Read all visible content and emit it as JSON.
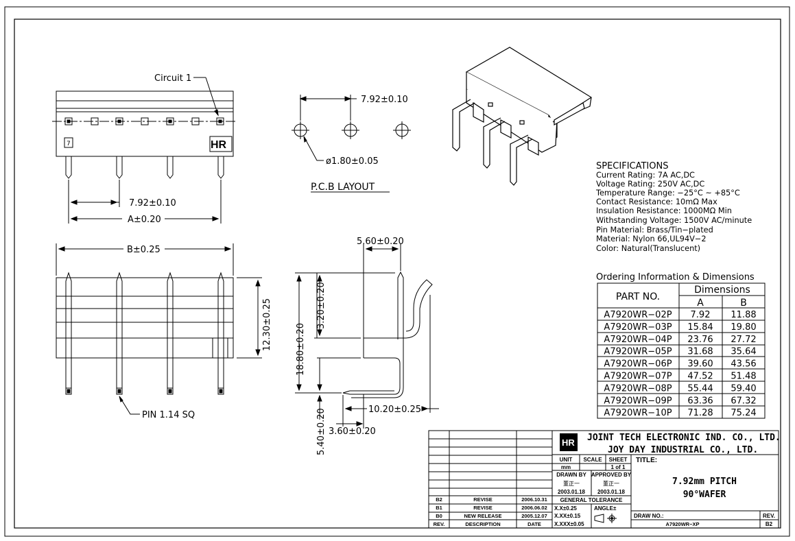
{
  "front_view": {
    "circuit_label": "Circuit 1",
    "logo_text": "HR",
    "polarity_mark": "7",
    "dim_pitch": "7.92±0.10",
    "dim_a": "A±0.20"
  },
  "pcb_layout": {
    "dim_pitch": "7.92±0.10",
    "dim_hole": "ø1.80±0.05",
    "title": "P.C.B LAYOUT"
  },
  "bottom_view": {
    "dim_b": "B±0.25",
    "dim_height": "12.30±0.25",
    "pin_label": "PIN 1.14 SQ"
  },
  "side_view": {
    "dim_top": "5.60±0.20",
    "dim_total_height": "18.80±0.20",
    "dim_upper": "3.20±0.20",
    "dim_lower": "5.40±0.20",
    "dim_depth": "10.20±0.25",
    "dim_offset": "3.60±0.20"
  },
  "specifications": {
    "title": "SPECIFICATIONS",
    "lines": [
      "Current Rating: 7A AC,DC",
      "Voltage Rating: 250V AC,DC",
      "Temperature Range: −25°C ~ +85°C",
      "Contact Resistance: 10mΩ Max",
      "Insulation Resistance: 1000MΩ Min",
      "Withstanding Voltage: 1500V AC/minute",
      "Pin Material: Brass/Tin−plated",
      "Material: Nylon 66,UL94V−2",
      "Color: Natural(Translucent)"
    ]
  },
  "ordering": {
    "title": "Ordering Information & Dimensions",
    "col_part": "PART NO.",
    "col_dimensions": "Dimensions",
    "col_a": "A",
    "col_b": "B",
    "rows": [
      [
        "A7920WR−02P",
        "7.92",
        "11.88"
      ],
      [
        "A7920WR−03P",
        "15.84",
        "19.80"
      ],
      [
        "A7920WR−04P",
        "23.76",
        "27.72"
      ],
      [
        "A7920WR−05P",
        "31.68",
        "35.64"
      ],
      [
        "A7920WR−06P",
        "39.60",
        "43.56"
      ],
      [
        "A7920WR−07P",
        "47.52",
        "51.48"
      ],
      [
        "A7920WR−08P",
        "55.44",
        "59.40"
      ],
      [
        "A7920WR−09P",
        "63.36",
        "67.32"
      ],
      [
        "A7920WR−10P",
        "71.28",
        "75.24"
      ]
    ]
  },
  "title_block": {
    "company1": "JOINT TECH ELECTRONIC IND. CO., LTD.",
    "company2": "JOY DAY INDUSTRIAL CO., LTD.",
    "unit_label": "UNIT",
    "unit_value": "mm",
    "scale_label": "SCALE",
    "sheet_label": "SHEET",
    "sheet_value": "1 of 1",
    "title_label": "TITLE:",
    "title_line1": "7.92mm PITCH",
    "title_line2": "90°WAFER",
    "drawn_by_label": "DRAWN BY",
    "drawn_by_name": "董正一",
    "drawn_by_date": "2003.01.18",
    "approved_by_label": "APPROVED BY",
    "approved_by_name": "董正一",
    "approved_by_date": "2003.01.18",
    "tolerance_label": "GENERAL TOLERANCE",
    "tol1": "X.X±0.25",
    "tol2": "X.XX±0.15",
    "tol3": "X.XXX±0.05",
    "angle_label": "ANGLE±",
    "draw_no_label": "DRAW NO.:",
    "draw_no_value": "A7920WR−XP",
    "rev_label": "REV.",
    "rev_value": "B2",
    "revisions": [
      {
        "rev": "B2",
        "desc": "REVISE",
        "date": "2006.10.31"
      },
      {
        "rev": "B1",
        "desc": "REVISE",
        "date": "2006.06.02"
      },
      {
        "rev": "B0",
        "desc": "NEW RELEASE",
        "date": "2005.12.07"
      }
    ],
    "col_rev": "REV.",
    "col_desc": "DESCRIPTION",
    "col_date": "DATE"
  }
}
